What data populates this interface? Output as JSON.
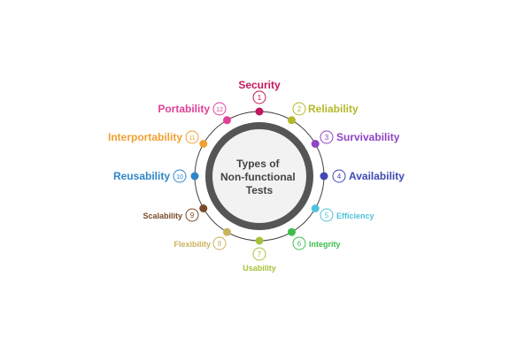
{
  "center": {
    "lines": [
      "Types of",
      "Non-functional",
      "Tests"
    ],
    "ring_color": "#555555",
    "fill_color": "#f2f2f2"
  },
  "items": [
    {
      "num": "1",
      "label": "Security",
      "color": "#c2185b"
    },
    {
      "num": "2",
      "label": "Reliability",
      "color": "#b5b82a"
    },
    {
      "num": "3",
      "label": "Survivability",
      "color": "#8e44c4"
    },
    {
      "num": "4",
      "label": "Availability",
      "color": "#3f4ab3"
    },
    {
      "num": "5",
      "label": "Efficiency",
      "color": "#4fc3d9"
    },
    {
      "num": "6",
      "label": "Integrity",
      "color": "#3ebd4e"
    },
    {
      "num": "7",
      "label": "Usability",
      "color": "#a6c23a"
    },
    {
      "num": "8",
      "label": "Flexibility",
      "color": "#c9b25c"
    },
    {
      "num": "9",
      "label": "Scalability",
      "color": "#7a4a2a"
    },
    {
      "num": "10",
      "label": "Reusability",
      "color": "#2f86c8"
    },
    {
      "num": "11",
      "label": "Interportability",
      "color": "#f0a030"
    },
    {
      "num": "12",
      "label": "Portability",
      "color": "#e0409a"
    }
  ]
}
